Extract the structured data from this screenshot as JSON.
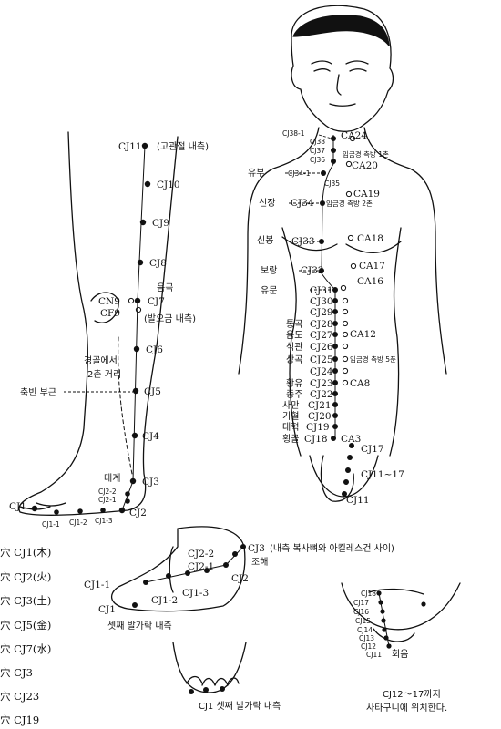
{
  "colors": {
    "ink": "#111111",
    "paper": "#ffffff"
  },
  "leg": {
    "top_label": "CJ11",
    "top_note": "(고관절 내측)",
    "points": [
      "CJ10",
      "CJ9",
      "CJ8",
      "CJ7",
      "CJ6",
      "CJ5",
      "CJ4",
      "CJ3"
    ],
    "cn9": "CN9",
    "cf9": "CF9",
    "eumgok": "음곡",
    "cj7_note": "(발오금 내측)",
    "gyeonggol1": "경골에서",
    "gyeonggol2": "2촌 거리",
    "chukbin": "축빈 부근",
    "taegye": "태계",
    "cj2_2": "CJ2-2",
    "cj2_1": "CJ2-1",
    "cj1": "CJ1",
    "cj1_1": "CJ1-1",
    "cj1_2": "CJ1-2",
    "cj1_3": "CJ1-3",
    "cj2": "CJ2"
  },
  "torso": {
    "cj38_1": "CJ38-1",
    "ca24": "CA24",
    "cj38": "CJ38",
    "cj37": "CJ37",
    "cj36": "CJ36",
    "side1": "임금경 측방 1촌",
    "ca20": "CA20",
    "yubu": "유부",
    "cj34_1": "CJ34-1",
    "cj35": "CJ35",
    "ca19": "CA19",
    "sinjang": "신장",
    "cj34": "CJ34",
    "side2": "임금경 측방 2촌",
    "sinbong": "신봉",
    "cj33": "CJ33",
    "ca18": "CA18",
    "ca17": "CA17",
    "borang": "보랑",
    "cj32": "CJ32",
    "ca16": "CA16",
    "yumun": "유문",
    "cj31": "CJ31",
    "cj30": "CJ30",
    "cj29": "CJ29",
    "tonggok": "통곡",
    "cj28": "CJ28",
    "eumdo": "음도",
    "cj27": "CJ27",
    "ca12": "CA12",
    "seokgwan": "석관",
    "cj26": "CJ26",
    "sanggok": "상곡",
    "cj25": "CJ25",
    "side5": "임금경 측방 5푼",
    "cj24": "CJ24",
    "hwangyu": "황유",
    "cj23": "CJ23",
    "ca8": "CA8",
    "jungju": "중주",
    "cj22": "CJ22",
    "saman": "사만",
    "cj21": "CJ21",
    "giheol": "기혈",
    "cj20": "CJ20",
    "daehyeok": "대혁",
    "cj19": "CJ19",
    "hoenggol": "횡골",
    "cj18": "CJ18",
    "ca3": "CA3",
    "cj17": "CJ17",
    "range": "CJ11~17",
    "cj11": "CJ11"
  },
  "foot": {
    "cj3": "CJ3",
    "cj3_note": "(내측 복사뼈와 아킬레스건 사이)",
    "johae": "조해",
    "cj2_2": "CJ2-2",
    "cj2_1": "CJ2-1",
    "cj1_1": "CJ1-1",
    "cj2": "CJ2",
    "cj1": "CJ1",
    "cj1_2": "CJ1-2",
    "cj1_3": "CJ1-3",
    "toe_note": "셋째 발가락 내측"
  },
  "toes": {
    "note": "CJ1 셋째 발가락 내측"
  },
  "pelvis": {
    "labels": [
      "CJ18",
      "CJ17",
      "CJ16",
      "CJ15",
      "CJ14",
      "CJ13",
      "CJ12",
      "CJ11"
    ],
    "hoeeum": "회음",
    "caption1": "CJ12～17까지",
    "caption2": "사타구니에 위치한다."
  },
  "legend": [
    "穴 CJ1(木)",
    "穴 CJ2(火)",
    "穴 CJ3(土)",
    "穴 CJ5(金)",
    "穴 CJ7(水)",
    "穴 CJ3",
    "穴 CJ23",
    "穴 CJ19"
  ]
}
